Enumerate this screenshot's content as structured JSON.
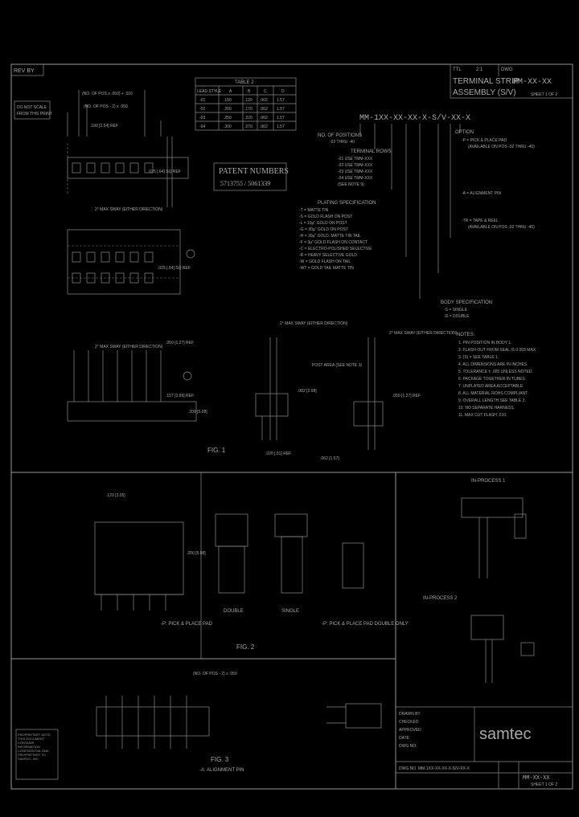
{
  "title_block": {
    "ttl_label": "TTL",
    "title_line1": "TERMINAL STRIP",
    "title_line2": "ASSEMBLY (S/V)",
    "dwg_label": "DWG",
    "dwg_no": "MM-XX-XX",
    "sheet": "SHEET 1 OF 2",
    "scale_label": "2:1"
  },
  "rev": "REV BY",
  "do_not_scale": [
    "DO NOT SCALE",
    "FROM THIS PRINT"
  ],
  "patent": {
    "heading": "PATENT NUMBERS",
    "numbers": "5713755 / 5061339"
  },
  "table2": {
    "heading": "TABLE 2",
    "columns": [
      "LEAD STYLE",
      "A",
      "B",
      "C",
      "D"
    ],
    "rows": [
      [
        "-01",
        ".150",
        ".120",
        ".062",
        "1.57"
      ],
      [
        "-02",
        ".200",
        ".170",
        ".062",
        "1.57"
      ],
      [
        "-03",
        ".250",
        ".220",
        ".062",
        "1.57"
      ],
      [
        "-04",
        ".300",
        ".270",
        ".062",
        "1.57"
      ]
    ]
  },
  "part_number": "MM-1XX-XX-XX-X-S/V-XX-X",
  "option_blocks": [
    {
      "label": "NO. OF POSITIONS",
      "lines": [
        "-02 THRU -40"
      ]
    },
    {
      "label": "TERMINAL ROWS",
      "lines": [
        "-01 USE TMM-XXX",
        "-02 USE TMM-XXX",
        "-03 USE TMM-XXX",
        "-04 USE TMM-XXX",
        "(SEE NOTE 9)"
      ]
    },
    {
      "label": "PLATING SPECIFICATION",
      "lines": [
        "-T = MATTE TIN",
        "-S = GOLD FLASH ON POST",
        "-L = 10µ\" GOLD ON POST",
        "-G = 30µ\" GOLD ON POST",
        "-H = 30µ\" GOLD, MATTE TIN TAIL",
        "-F = 3µ\" GOLD FLASH ON CONTACT",
        "-C = ELECTRO-POLISHED SELECTIVE",
        "-R = HEAVY SELECTIVE GOLD",
        "-W = GOLD FLASH ON TAIL",
        "-WT = GOLD TAIL MATTE TIN"
      ]
    },
    {
      "label": "OPTION",
      "lines": [
        "-P = PICK & PLACE PAD",
        "(AVAILABLE ON POS -02 THRU -40)",
        "-A = ALIGNMENT PIN",
        "-TR = TAPE & REEL",
        "(AVAILABLE ON POS -02 THRU -40)"
      ]
    },
    {
      "label": "BODY SPECIFICATION",
      "lines": [
        "-S = SINGLE",
        "-D = DOUBLE"
      ]
    }
  ],
  "notes": {
    "heading": "NOTES:",
    "items": [
      "1. PIN POSITION IN BODY 1.",
      "2. FLASH-OUT FROM SEAL IS 0.003 MAX.",
      "3. (S) = SEE TABLE 1.",
      "4. ALL DIMENSIONS ARE IN INCHES.",
      "5. TOLERANCE ± .005 UNLESS NOTED.",
      "6. PACKAGE TOGETHER IN TUBES.",
      "7. UNPLATED AREA ACCEPTABLE.",
      "8. ALL MATERIAL ROHS COMPLIANT.",
      "9. OVERALL LENGTH SEE TABLE 2.",
      "10. NO SEPARATE HARNESS.",
      "11. MAX CUT FLASH .010."
    ]
  },
  "fig_labels": {
    "fig1": "FIG. 1",
    "fig2": "FIG. 2",
    "fig3": "FIG. 3",
    "pick_place": "-P: PICK & PLACE PAD",
    "pick_place_double": "-P: PICK & PLACE PAD DOUBLE ONLY",
    "alignment_pin": "-A: ALIGNMENT PIN",
    "single": "SINGLE",
    "double": "DOUBLE",
    "in_process_1": "IN-PROCESS 1",
    "in_process_2": "IN-PROCESS 2"
  },
  "dims": {
    "d1": ".050 [1.27] REF",
    "d2": ".100 [2.54] REF",
    "d3": ".025 [.64] SQ REF",
    "d4": ".120 [3.05]",
    "d5": ".200 [5.08]",
    "d6": ".062 [1.57]",
    "d7": "2° MAX SWAY (EITHER DIRECTION)",
    "d8": "POST AREA (SEE NOTE 3)",
    "d9": ".157 [3.99] REF",
    "d10": ".082 [2.08]",
    "d11": ".020 [.51] REF",
    "d12": "(NO. OF POS x .050) + .010",
    "d13": "(NO. OF POS - 2) x .050"
  },
  "brand": "samtec",
  "sig_block": [
    "DRAWN BY",
    "CHECKED",
    "APPROVED",
    "DATE",
    "DWG NO."
  ],
  "legal": "PROPRIETARY NOTE: THIS DOCUMENT CONTAINS INFORMATION CONFIDENTIAL AND PROPRIETARY TO SAMTEC, INC.",
  "footer_small": "DWG NO. MM-1XX-XX-XX-X-S/V-XX-X"
}
